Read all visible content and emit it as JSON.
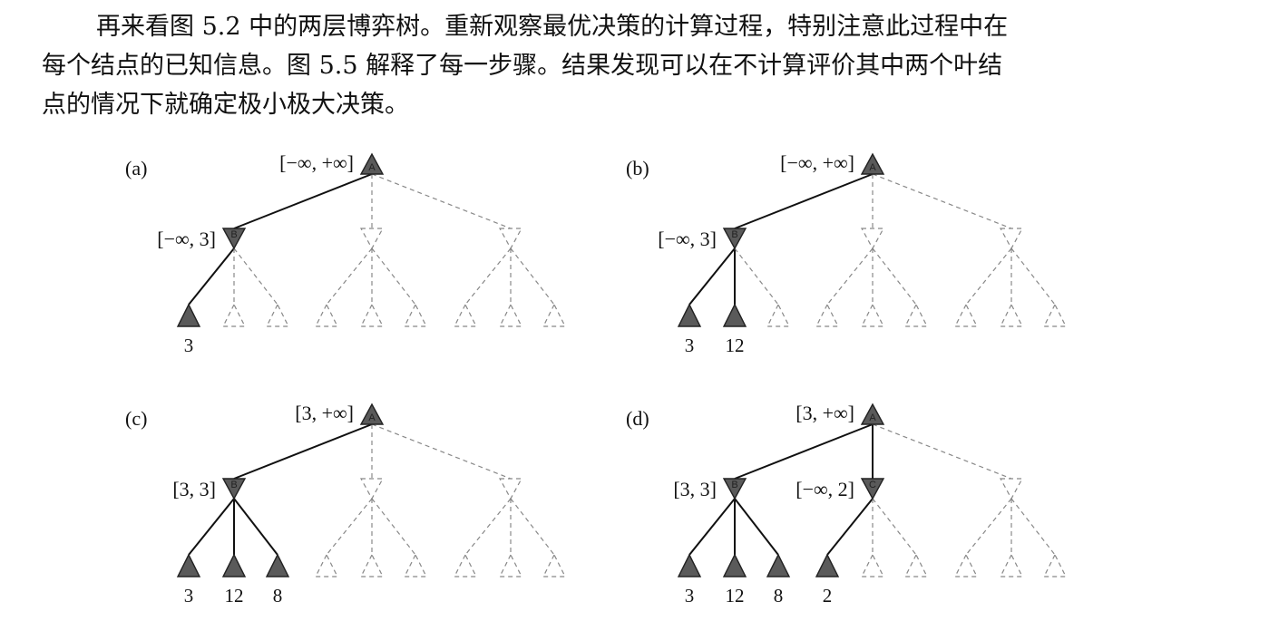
{
  "paragraph": {
    "lines": [
      "再来看图 5.2 中的两层博弈树。重新观察最优决策的计算过程，特别注意此过程中在",
      "每个结点的已知信息。图 5.5 解释了每一步骤。结果发现可以在不计算评价其中两个叶结",
      "点的情况下就确定极小极大决策。"
    ]
  },
  "figure": {
    "panels": [
      {
        "tag": "(a)",
        "root": {
          "letter": "A",
          "range": "[−∞, +∞]"
        },
        "mins": [
          {
            "letter": "B",
            "range": "[−∞, 3]",
            "visited": true,
            "leaves": [
              {
                "value": "3",
                "visited": true
              },
              {
                "value": "",
                "visited": false
              },
              {
                "value": "",
                "visited": false
              }
            ]
          },
          {
            "letter": "",
            "range": "",
            "visited": false,
            "leaves": [
              {
                "value": "",
                "visited": false
              },
              {
                "value": "",
                "visited": false
              },
              {
                "value": "",
                "visited": false
              }
            ]
          },
          {
            "letter": "",
            "range": "",
            "visited": false,
            "leaves": [
              {
                "value": "",
                "visited": false
              },
              {
                "value": "",
                "visited": false
              },
              {
                "value": "",
                "visited": false
              }
            ]
          }
        ]
      },
      {
        "tag": "(b)",
        "root": {
          "letter": "A",
          "range": "[−∞, +∞]"
        },
        "mins": [
          {
            "letter": "B",
            "range": "[−∞, 3]",
            "visited": true,
            "leaves": [
              {
                "value": "3",
                "visited": true
              },
              {
                "value": "12",
                "visited": true
              },
              {
                "value": "",
                "visited": false
              }
            ]
          },
          {
            "letter": "",
            "range": "",
            "visited": false,
            "leaves": [
              {
                "value": "",
                "visited": false
              },
              {
                "value": "",
                "visited": false
              },
              {
                "value": "",
                "visited": false
              }
            ]
          },
          {
            "letter": "",
            "range": "",
            "visited": false,
            "leaves": [
              {
                "value": "",
                "visited": false
              },
              {
                "value": "",
                "visited": false
              },
              {
                "value": "",
                "visited": false
              }
            ]
          }
        ]
      },
      {
        "tag": "(c)",
        "root": {
          "letter": "A",
          "range": "[3, +∞]"
        },
        "mins": [
          {
            "letter": "B",
            "range": "[3, 3]",
            "visited": true,
            "leaves": [
              {
                "value": "3",
                "visited": true
              },
              {
                "value": "12",
                "visited": true
              },
              {
                "value": "8",
                "visited": true
              }
            ]
          },
          {
            "letter": "",
            "range": "",
            "visited": false,
            "leaves": [
              {
                "value": "",
                "visited": false
              },
              {
                "value": "",
                "visited": false
              },
              {
                "value": "",
                "visited": false
              }
            ]
          },
          {
            "letter": "",
            "range": "",
            "visited": false,
            "leaves": [
              {
                "value": "",
                "visited": false
              },
              {
                "value": "",
                "visited": false
              },
              {
                "value": "",
                "visited": false
              }
            ]
          }
        ]
      },
      {
        "tag": "(d)",
        "root": {
          "letter": "A",
          "range": "[3, +∞]"
        },
        "mins": [
          {
            "letter": "B",
            "range": "[3, 3]",
            "visited": true,
            "leaves": [
              {
                "value": "3",
                "visited": true
              },
              {
                "value": "12",
                "visited": true
              },
              {
                "value": "8",
                "visited": true
              }
            ]
          },
          {
            "letter": "C",
            "range": "[−∞, 2]",
            "visited": true,
            "leaves": [
              {
                "value": "2",
                "visited": true
              },
              {
                "value": "",
                "visited": false
              },
              {
                "value": "",
                "visited": false
              }
            ]
          },
          {
            "letter": "",
            "range": "",
            "visited": false,
            "leaves": [
              {
                "value": "",
                "visited": false
              },
              {
                "value": "",
                "visited": false
              },
              {
                "value": "",
                "visited": false
              }
            ]
          }
        ]
      }
    ]
  },
  "colors": {
    "node_fill": "#5a5a5a",
    "solid_edge": "#111111",
    "dashed_edge": "#888888"
  }
}
